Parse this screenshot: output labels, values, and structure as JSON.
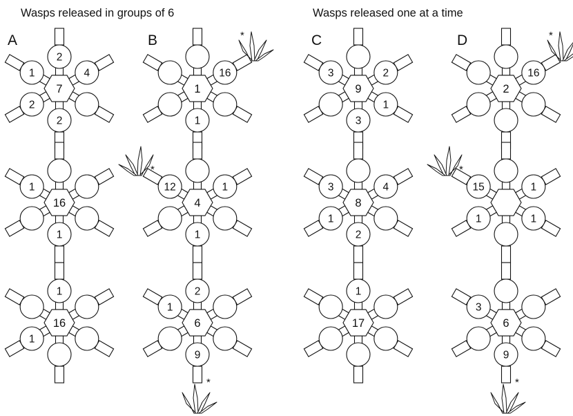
{
  "titles": {
    "left": "Wasps released in groups of 6",
    "right": "Wasps released one at a time"
  },
  "column_labels": [
    "A",
    "B",
    "C",
    "D"
  ],
  "marker": "*",
  "arena_arms": [
    "up",
    "upper-right",
    "lower-right",
    "down",
    "lower-left",
    "upper-left"
  ],
  "arenas": [
    {
      "id": "A1",
      "center": "7",
      "arms": [
        "2",
        "4",
        "",
        "2",
        "2",
        "1"
      ],
      "plant": null
    },
    {
      "id": "A2",
      "center": "16",
      "arms": [
        "",
        "",
        "",
        "1",
        "",
        "1"
      ],
      "plant": null
    },
    {
      "id": "A3",
      "center": "16",
      "arms": [
        "1",
        "",
        "",
        "",
        "1",
        ""
      ],
      "plant": null
    },
    {
      "id": "B1",
      "center": "1",
      "arms": [
        "",
        "16",
        "",
        "1",
        "",
        ""
      ],
      "plant": "upper-right"
    },
    {
      "id": "B2",
      "center": "4",
      "arms": [
        "",
        "1",
        "",
        "1",
        "",
        "12"
      ],
      "plant": "upper-left"
    },
    {
      "id": "B3",
      "center": "6",
      "arms": [
        "2",
        "",
        "",
        "9",
        "",
        "1"
      ],
      "plant": "down"
    },
    {
      "id": "C1",
      "center": "9",
      "arms": [
        "",
        "2",
        "1",
        "3",
        "",
        "3"
      ],
      "plant": null
    },
    {
      "id": "C2",
      "center": "8",
      "arms": [
        "",
        "4",
        "",
        "2",
        "1",
        "3"
      ],
      "plant": null
    },
    {
      "id": "C3",
      "center": "17",
      "arms": [
        "1",
        "",
        "",
        "",
        "",
        ""
      ],
      "plant": null
    },
    {
      "id": "D1",
      "center": "2",
      "arms": [
        "",
        "16",
        "",
        "",
        "",
        ""
      ],
      "plant": "upper-right"
    },
    {
      "id": "D2",
      "center": "",
      "arms": [
        "",
        "1",
        "1",
        "",
        "1",
        "15"
      ],
      "plant": "upper-left"
    },
    {
      "id": "D3",
      "center": "6",
      "arms": [
        "",
        "",
        "",
        "9",
        "",
        "3"
      ],
      "plant": "down"
    }
  ]
}
